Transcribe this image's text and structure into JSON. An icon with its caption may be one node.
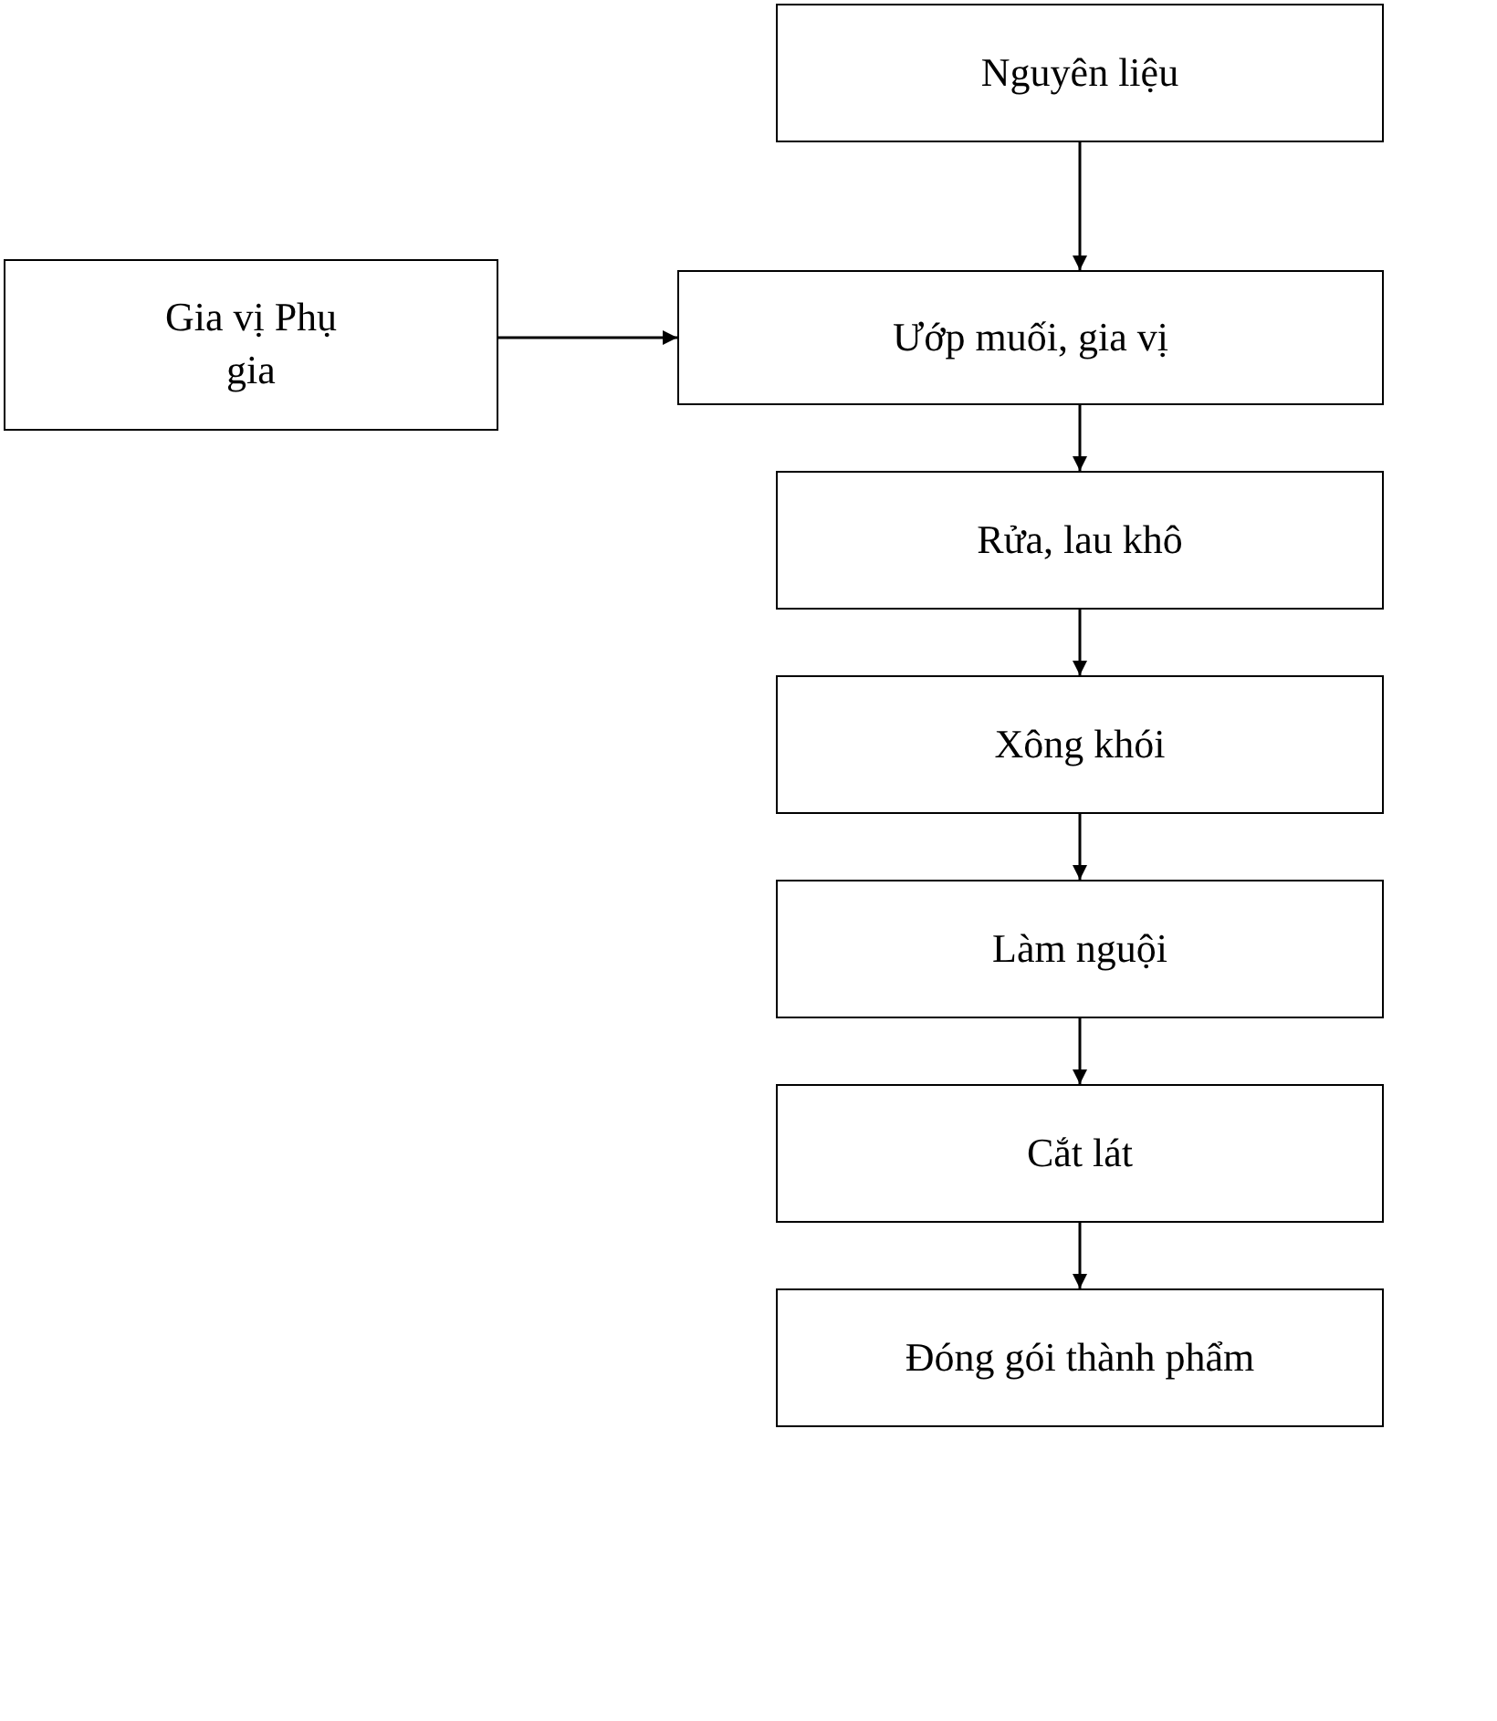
{
  "diagram": {
    "nodes": [
      {
        "text": [
          "Nguyên liệu"
        ]
      },
      {
        "text": [
          "Gia vị Phụ gia"
        ]
      },
      {
        "text": [
          "Ướp muối, gia vị"
        ]
      },
      {
        "text": [
          "Rửa, lau khô"
        ]
      },
      {
        "text": [
          "Xông khói"
        ]
      },
      {
        "text": [
          "Làm nguội"
        ]
      },
      {
        "text": [
          "Cắt lát"
        ]
      },
      {
        "text": [
          "Đóng gói thành phẩm"
        ]
      }
    ],
    "edges": [
      {
        "from": 0,
        "to": 2,
        "arrow": "to"
      },
      {
        "from": 1,
        "to": 2,
        "arrow": "to"
      },
      {
        "from": 2,
        "to": 3,
        "arrow": "to"
      },
      {
        "from": 3,
        "to": 4,
        "arrow": "to"
      },
      {
        "from": 4,
        "to": 5,
        "arrow": "to"
      },
      {
        "from": 5,
        "to": 6,
        "arrow": "to"
      },
      {
        "from": 6,
        "to": 7,
        "arrow": "to"
      }
    ]
  }
}
